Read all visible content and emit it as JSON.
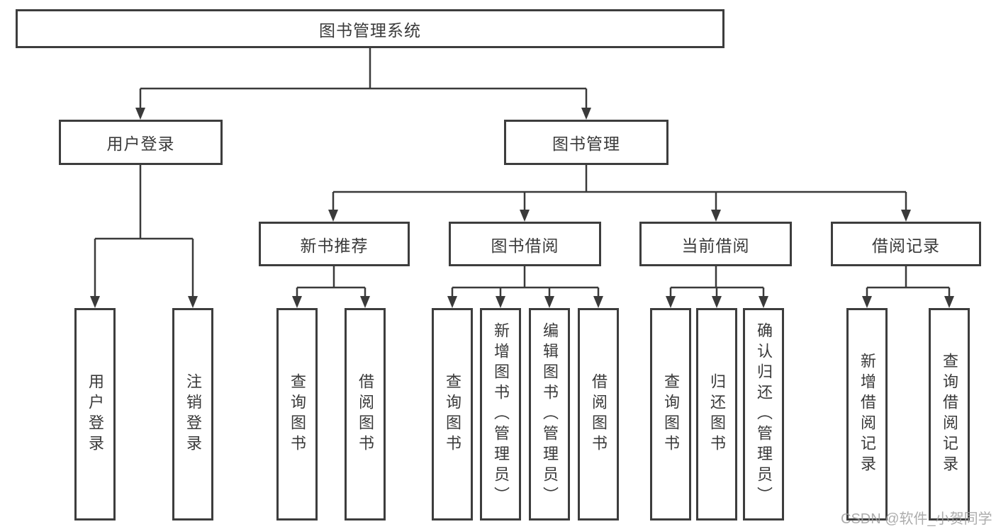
{
  "diagram_title": "图书管理系统",
  "nodes": {
    "root": "图书管理系统",
    "level2": {
      "user_login": "用户登录",
      "book_management": "图书管理"
    },
    "level3": {
      "new_book_recommend": "新书推荐",
      "book_borrowing": "图书借阅",
      "current_borrowing": "当前借阅",
      "borrow_records": "借阅记录"
    },
    "leaves": {
      "user_login": [
        "用户登录",
        "注销登录"
      ],
      "new_book_recommend": [
        "查询图书",
        "借阅图书"
      ],
      "book_borrowing": [
        "查询图书",
        "新增图书（管理员）",
        "编辑图书（管理员）",
        "借阅图书"
      ],
      "current_borrowing": [
        "查询图书",
        "归还图书",
        "确认归还（管理员）"
      ],
      "borrow_records": [
        "新增借阅记录",
        "查询借阅记录"
      ]
    }
  },
  "watermark": {
    "text": "CSDN @软件_小贺同学",
    "color": "#9e9e9e"
  },
  "colors": {
    "line": "#3a3a3a",
    "box_border": "#3d3d3d",
    "text": "#3a3a3a",
    "background": "#ffffff"
  }
}
